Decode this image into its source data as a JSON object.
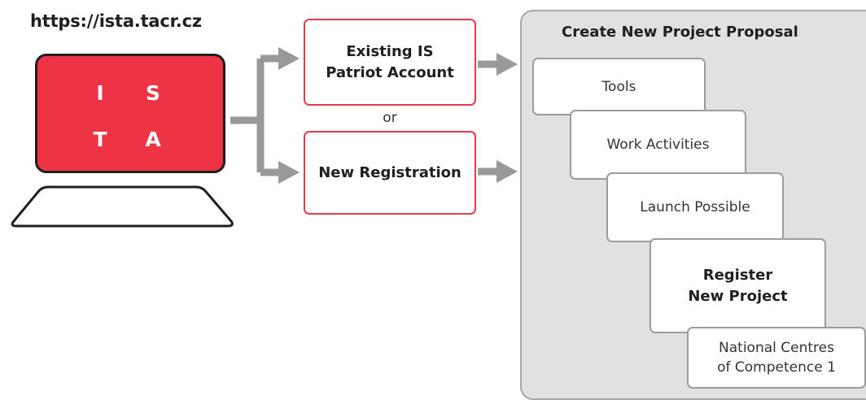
{
  "url": "https://ista.tacr.cz",
  "logo": {
    "letters": [
      "I",
      "S",
      "T",
      "A"
    ],
    "color": "#ee3344"
  },
  "login_options": {
    "existing": "Existing IS\nPatriot Account",
    "or": "or",
    "new": "New Registration"
  },
  "panel": {
    "title": "Create New Project Proposal",
    "steps": [
      "Tools",
      "Work Activities",
      "Launch Possible",
      "Register\nNew Project",
      "National Centres\nof Competence 1"
    ]
  },
  "colors": {
    "accent": "#e8394a",
    "connector": "#999999",
    "panel": "#e1e1e1"
  }
}
